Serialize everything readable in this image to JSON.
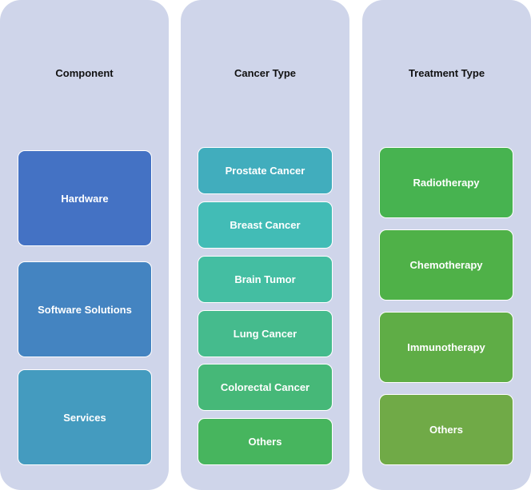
{
  "columns": [
    {
      "title": "Component",
      "items": [
        {
          "label": "Hardware",
          "color": "#4472c4"
        },
        {
          "label": "Software Solutions",
          "color": "#4484c1"
        },
        {
          "label": "Services",
          "color": "#449bbf"
        }
      ]
    },
    {
      "title": "Cancer Type",
      "items": [
        {
          "label": "Prostate Cancer",
          "color": "#41adbd"
        },
        {
          "label": "Breast Cancer",
          "color": "#42bcb6"
        },
        {
          "label": "Brain Tumor",
          "color": "#44bea2"
        },
        {
          "label": "Lung Cancer",
          "color": "#45bb8d"
        },
        {
          "label": "Colorectal Cancer",
          "color": "#46b878"
        },
        {
          "label": "Others",
          "color": "#47b55e"
        }
      ]
    },
    {
      "title": "Treatment Type",
      "items": [
        {
          "label": "Radiotherapy",
          "color": "#47b350"
        },
        {
          "label": "Chemotherapy",
          "color": "#4fb148"
        },
        {
          "label": "Immunotherapy",
          "color": "#5fad46"
        },
        {
          "label": "Others",
          "color": "#70aa47"
        }
      ]
    }
  ],
  "colors": {
    "column_background": "#cfd5ea",
    "box_border": "#ffffff",
    "title_text": "#111111",
    "box_text": "#ffffff"
  }
}
